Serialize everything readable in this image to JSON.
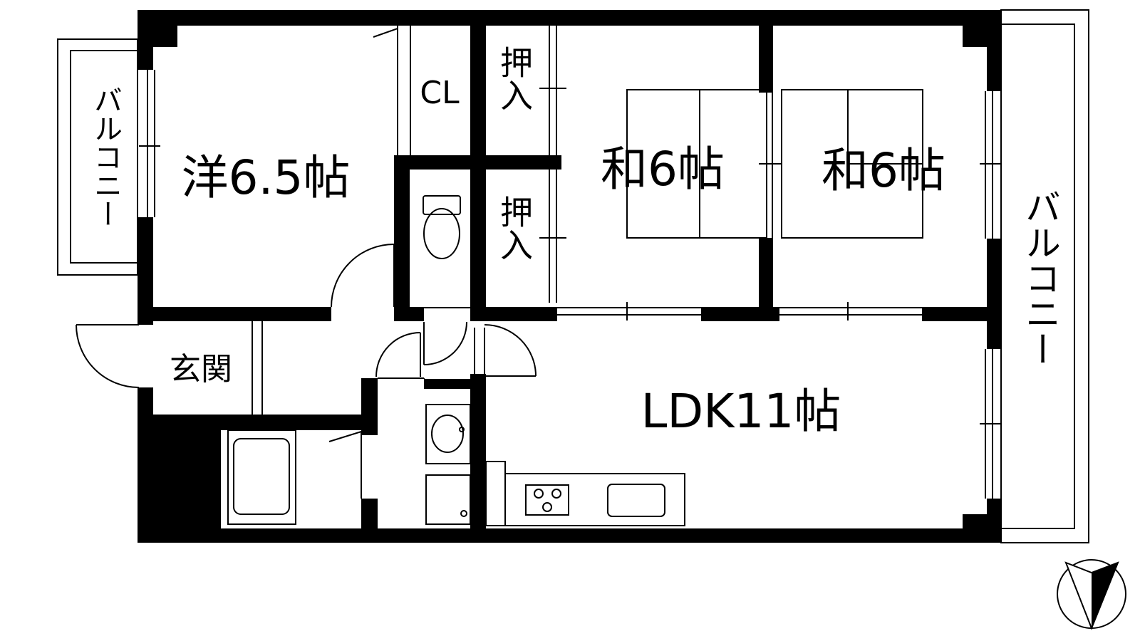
{
  "rooms": {
    "western": "洋6.5帖",
    "japanese_1": "和6帖",
    "japanese_2": "和6帖",
    "ldk": "LDK11帖",
    "closet": "CL",
    "oshiire_upper": "押入",
    "oshiire_lower": "押入",
    "entrance": "玄関",
    "balcony_left": "バルコニー",
    "balcony_right": "バルコニー"
  },
  "colors": {
    "wall": "#000000",
    "line": "#000000",
    "background": "#ffffff"
  },
  "icons": [
    "toilet-icon",
    "bathtub-icon",
    "washbasin-icon",
    "stove-icon",
    "sink-icon",
    "north-arrow-icon"
  ]
}
